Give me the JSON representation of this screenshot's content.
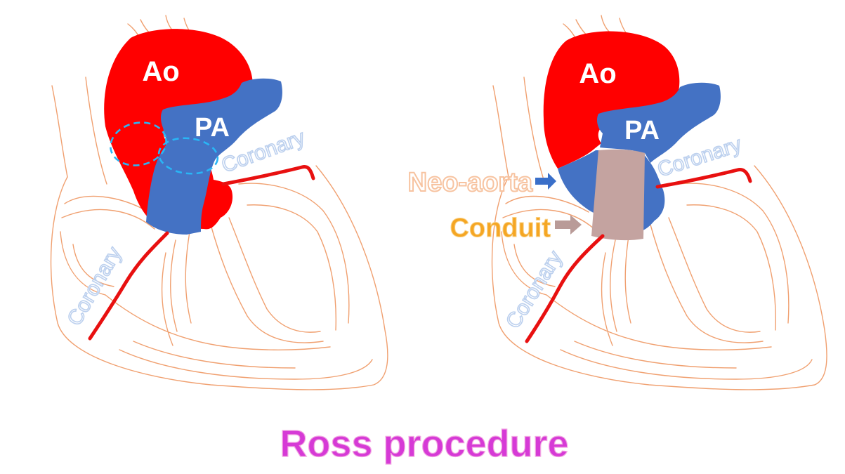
{
  "title": "Ross procedure",
  "left_panel": {
    "ao": "Ao",
    "pa": "PA",
    "coronary_right": "Coronary",
    "coronary_left": "Coronary"
  },
  "right_panel": {
    "ao": "Ao",
    "pa": "PA",
    "coronary_right": "Coronary",
    "coronary_left": "Coronary",
    "neo_aorta": "Neo-aorta",
    "conduit": "Conduit"
  },
  "colors": {
    "aorta": "#ff0000",
    "pulmonary_artery": "#4472c4",
    "coronary": "#e81010",
    "heart_outline": "#f0a070",
    "conduit": "#c4a3a0",
    "valve_ring": "#29b6f6",
    "title": "#d63ad6",
    "coronary_label": "#bcd0ee",
    "neo_aorta_label": "#f7c3a0",
    "conduit_label": "#f5a623"
  }
}
